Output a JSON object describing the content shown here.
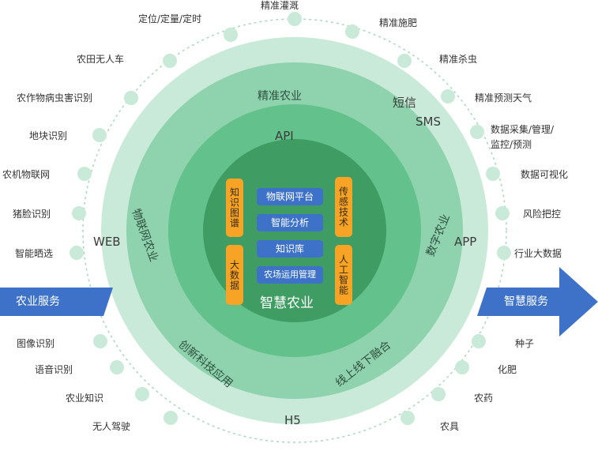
{
  "colors": {
    "outer_ring": "#c9ead8",
    "ring2": "#8ed3ad",
    "ring3": "#63c28b",
    "core": "#3f9d63",
    "arrow": "#3d72c8",
    "pill": "#3d72c8",
    "orange_box": "#f6a326",
    "dot": "#c9ead8",
    "dashed_circle": "#a9d9bd"
  },
  "left_arrow": {
    "label": "农业服务"
  },
  "right_arrow": {
    "label": "智慧服务"
  },
  "top_items": [
    "精准灌溉",
    "定位/定量/定时",
    "精准施肥",
    "农田无人车",
    "精准杀虫",
    "农作物病虫害识别",
    "精准预测天气",
    "地块识别",
    "数据采集/管理/监控/预测",
    "农机物联网",
    "数据可视化",
    "猪脸识别",
    "风险把控",
    "智能晒选",
    "行业大数据"
  ],
  "bottom_items": [
    "图像识别",
    "种子",
    "语音识别",
    "化肥",
    "农业知识",
    "农药",
    "无人驾驶",
    "农具"
  ],
  "rings": {
    "r2_top": "精准农业",
    "r2_left": "物联网农业",
    "r2_right": "数字农业",
    "r2_bottom_left": "创新科技应用",
    "r2_bottom_right": "线上线下融合"
  },
  "channels": {
    "sms_line1": "短信",
    "sms_line2": "SMS",
    "api": "API",
    "web": "WEB",
    "app": "APP",
    "h5": "H5"
  },
  "core": {
    "title": "智慧农业",
    "pills": [
      "物联网平台",
      "智能分析",
      "知识库",
      "农场运用管理"
    ],
    "left_boxes": [
      "知识图谱",
      "大数据"
    ],
    "right_boxes": [
      "传感技术",
      "人工智能"
    ]
  }
}
